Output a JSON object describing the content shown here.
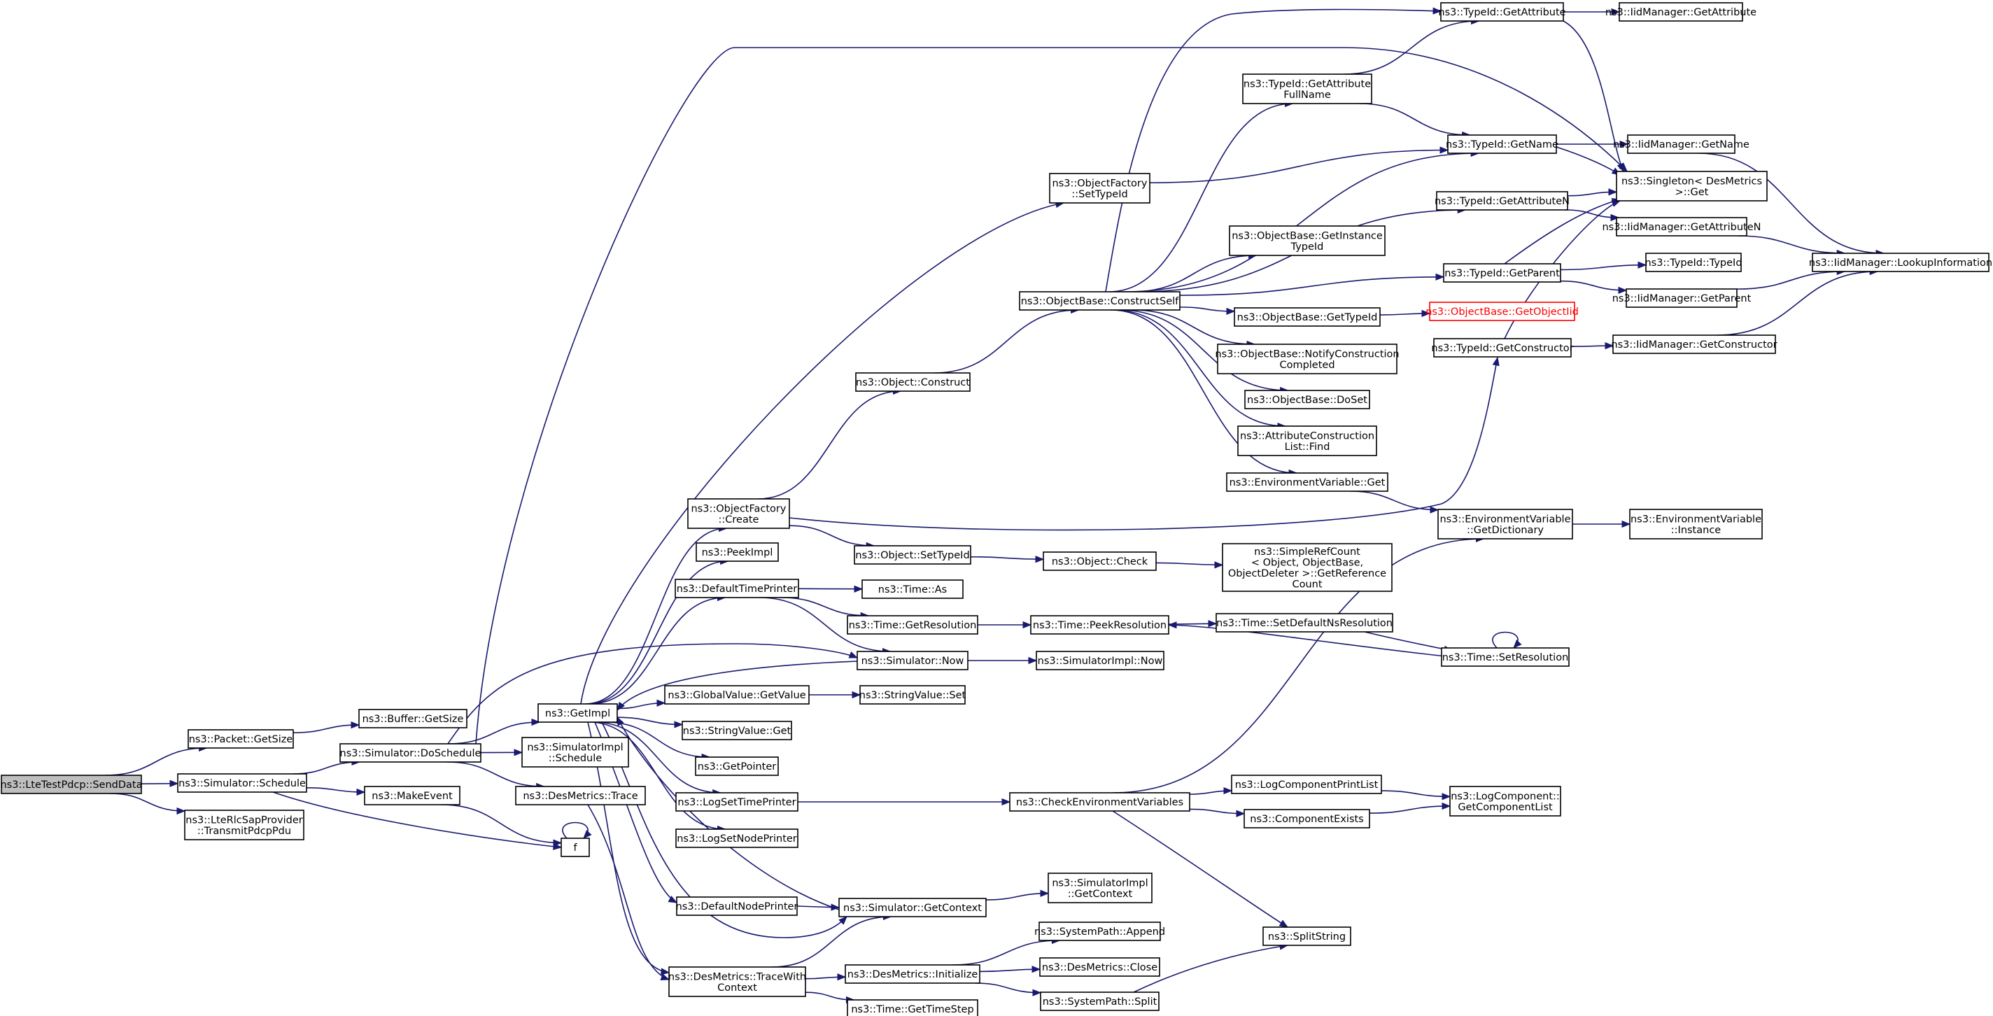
{
  "colors": {
    "edge": "#191970",
    "root_fill": "#bfbfbf",
    "missing": "#ff0000"
  },
  "nodes": [
    {
      "id": "n0",
      "lines": [
        "ns3::LteTestPdcp::SendData"
      ],
      "style": "root"
    },
    {
      "id": "n1",
      "lines": [
        "ns3::Packet::GetSize"
      ]
    },
    {
      "id": "n2",
      "lines": [
        "ns3::Buffer::GetSize"
      ]
    },
    {
      "id": "n3",
      "lines": [
        "ns3::Simulator::Schedule"
      ]
    },
    {
      "id": "n4",
      "lines": [
        "ns3::Simulator::DoSchedule"
      ]
    },
    {
      "id": "n5",
      "lines": [
        "ns3::MakeEvent"
      ]
    },
    {
      "id": "n6",
      "lines": [
        "ns3::LteRlcSapProvider",
        "::TransmitPdcpPdu"
      ]
    },
    {
      "id": "n7",
      "lines": [
        "f"
      ]
    },
    {
      "id": "n8",
      "lines": [
        "ns3::GetImpl"
      ]
    },
    {
      "id": "n9",
      "lines": [
        "ns3::SimulatorImpl",
        "::Schedule"
      ]
    },
    {
      "id": "n10",
      "lines": [
        "ns3::DesMetrics::Trace"
      ]
    },
    {
      "id": "n11",
      "lines": [
        "ns3::ObjectFactory",
        "::Create"
      ]
    },
    {
      "id": "n12",
      "lines": [
        "ns3::PeekImpl"
      ]
    },
    {
      "id": "n13",
      "lines": [
        "ns3::DefaultTimePrinter"
      ]
    },
    {
      "id": "n14",
      "lines": [
        "ns3::GlobalValue::GetValue"
      ]
    },
    {
      "id": "n15",
      "lines": [
        "ns3::StringValue::Get"
      ]
    },
    {
      "id": "n16",
      "lines": [
        "ns3::GetPointer"
      ]
    },
    {
      "id": "n17",
      "lines": [
        "ns3::LogSetTimePrinter"
      ]
    },
    {
      "id": "n18",
      "lines": [
        "ns3::LogSetNodePrinter"
      ]
    },
    {
      "id": "n19",
      "lines": [
        "ns3::DefaultNodePrinter"
      ]
    },
    {
      "id": "n20",
      "lines": [
        "ns3::DesMetrics::TraceWith",
        "Context"
      ]
    },
    {
      "id": "n21",
      "lines": [
        "ns3::ObjectFactory",
        "::SetTypeId"
      ]
    },
    {
      "id": "n22",
      "lines": [
        "ns3::Object::Construct"
      ]
    },
    {
      "id": "n23",
      "lines": [
        "ns3::Object::SetTypeId"
      ]
    },
    {
      "id": "n24",
      "lines": [
        "ns3::Time::As"
      ]
    },
    {
      "id": "n25",
      "lines": [
        "ns3::Time::GetResolution"
      ]
    },
    {
      "id": "n26",
      "lines": [
        "ns3::Simulator::Now"
      ]
    },
    {
      "id": "n27",
      "lines": [
        "ns3::StringValue::Set"
      ]
    },
    {
      "id": "n28",
      "lines": [
        "ns3::Simulator::GetContext"
      ]
    },
    {
      "id": "n29",
      "lines": [
        "ns3::DesMetrics::Initialize"
      ]
    },
    {
      "id": "n30",
      "lines": [
        "ns3::Time::GetTimeStep"
      ]
    },
    {
      "id": "n31",
      "lines": [
        "ns3::ObjectBase::ConstructSelf"
      ]
    },
    {
      "id": "n32",
      "lines": [
        "ns3::Object::Check"
      ]
    },
    {
      "id": "n33",
      "lines": [
        "ns3::Time::PeekResolution"
      ]
    },
    {
      "id": "n34",
      "lines": [
        "ns3::SimulatorImpl::Now"
      ]
    },
    {
      "id": "n35",
      "lines": [
        "ns3::CheckEnvironmentVariables"
      ]
    },
    {
      "id": "n36",
      "lines": [
        "ns3::SimulatorImpl",
        "::GetContext"
      ]
    },
    {
      "id": "n37",
      "lines": [
        "ns3::SystemPath::Append"
      ]
    },
    {
      "id": "n38",
      "lines": [
        "ns3::DesMetrics::Close"
      ]
    },
    {
      "id": "n39",
      "lines": [
        "ns3::SystemPath::Split"
      ]
    },
    {
      "id": "n40",
      "lines": [
        "ns3::TypeId::GetAttribute",
        "FullName"
      ]
    },
    {
      "id": "n41",
      "lines": [
        "ns3::ObjectBase::GetInstance",
        "TypeId"
      ]
    },
    {
      "id": "n42",
      "lines": [
        "ns3::ObjectBase::GetTypeId"
      ]
    },
    {
      "id": "n43",
      "lines": [
        "ns3::ObjectBase::NotifyConstruction",
        "Completed"
      ]
    },
    {
      "id": "n44",
      "lines": [
        "ns3::ObjectBase::DoSet"
      ]
    },
    {
      "id": "n45",
      "lines": [
        "ns3::AttributeConstruction",
        "List::Find"
      ]
    },
    {
      "id": "n46",
      "lines": [
        "ns3::EnvironmentVariable::Get"
      ]
    },
    {
      "id": "n47",
      "lines": [
        "ns3::SimpleRefCount",
        "< Object, ObjectBase,",
        "ObjectDeleter >::GetReference",
        "Count"
      ]
    },
    {
      "id": "n48",
      "lines": [
        "ns3::Time::SetDefaultNsResolution"
      ]
    },
    {
      "id": "n49",
      "lines": [
        "ns3::LogComponentPrintList"
      ]
    },
    {
      "id": "n50",
      "lines": [
        "ns3::ComponentExists"
      ]
    },
    {
      "id": "n51",
      "lines": [
        "ns3::SplitString"
      ]
    },
    {
      "id": "n52",
      "lines": [
        "ns3::TypeId::GetAttribute"
      ]
    },
    {
      "id": "n53",
      "lines": [
        "ns3::TypeId::GetName"
      ]
    },
    {
      "id": "n54",
      "lines": [
        "ns3::TypeId::GetAttributeN"
      ]
    },
    {
      "id": "n55",
      "lines": [
        "ns3::TypeId::GetParent"
      ]
    },
    {
      "id": "n56",
      "lines": [
        "ns3::ObjectBase::GetObjectIid"
      ],
      "style": "missing"
    },
    {
      "id": "n57",
      "lines": [
        "ns3::TypeId::GetConstructor"
      ]
    },
    {
      "id": "n58",
      "lines": [
        "ns3::EnvironmentVariable",
        "::GetDictionary"
      ]
    },
    {
      "id": "n59",
      "lines": [
        "ns3::Time::SetResolution"
      ]
    },
    {
      "id": "n60",
      "lines": [
        "ns3::LogComponent::",
        "GetComponentList"
      ]
    },
    {
      "id": "n61",
      "lines": [
        "ns3::IidManager::GetAttribute"
      ]
    },
    {
      "id": "n62",
      "lines": [
        "ns3::IidManager::GetName"
      ]
    },
    {
      "id": "n63",
      "lines": [
        "ns3::Singleton< DesMetrics",
        ">::Get"
      ]
    },
    {
      "id": "n64",
      "lines": [
        "ns3::IidManager::GetAttributeN"
      ]
    },
    {
      "id": "n65",
      "lines": [
        "ns3::TypeId::TypeId"
      ]
    },
    {
      "id": "n66",
      "lines": [
        "ns3::IidManager::GetParent"
      ]
    },
    {
      "id": "n67",
      "lines": [
        "ns3::IidManager::GetConstructor"
      ]
    },
    {
      "id": "n68",
      "lines": [
        "ns3::EnvironmentVariable",
        "::Instance"
      ]
    },
    {
      "id": "n69",
      "lines": [
        "ns3::IidManager::LookupInformation"
      ]
    }
  ],
  "edges": [
    [
      "n0",
      "n1"
    ],
    [
      "n0",
      "n3"
    ],
    [
      "n0",
      "n6"
    ],
    [
      "n1",
      "n2"
    ],
    [
      "n3",
      "n4"
    ],
    [
      "n3",
      "n5"
    ],
    [
      "n3",
      "n7"
    ],
    [
      "n4",
      "n8"
    ],
    [
      "n4",
      "n9"
    ],
    [
      "n4",
      "n10"
    ],
    [
      "n4",
      "n26"
    ],
    [
      "n4",
      "n63"
    ],
    [
      "n5",
      "n7"
    ],
    [
      "n7",
      "n7"
    ],
    [
      "n8",
      "n11"
    ],
    [
      "n8",
      "n12"
    ],
    [
      "n8",
      "n13"
    ],
    [
      "n8",
      "n14"
    ],
    [
      "n8",
      "n15"
    ],
    [
      "n8",
      "n16"
    ],
    [
      "n8",
      "n17"
    ],
    [
      "n8",
      "n18"
    ],
    [
      "n8",
      "n19"
    ],
    [
      "n8",
      "n20"
    ],
    [
      "n8",
      "n21"
    ],
    [
      "n8",
      "n28"
    ],
    [
      "n10",
      "n20"
    ],
    [
      "n11",
      "n22"
    ],
    [
      "n11",
      "n23"
    ],
    [
      "n11",
      "n57"
    ],
    [
      "n13",
      "n24"
    ],
    [
      "n13",
      "n25"
    ],
    [
      "n13",
      "n26"
    ],
    [
      "n14",
      "n27"
    ],
    [
      "n17",
      "n35"
    ],
    [
      "n19",
      "n28"
    ],
    [
      "n20",
      "n28"
    ],
    [
      "n20",
      "n29"
    ],
    [
      "n20",
      "n30"
    ],
    [
      "n21",
      "n53"
    ],
    [
      "n22",
      "n31"
    ],
    [
      "n23",
      "n32"
    ],
    [
      "n25",
      "n33"
    ],
    [
      "n26",
      "n8"
    ],
    [
      "n26",
      "n34"
    ],
    [
      "n28",
      "n8"
    ],
    [
      "n28",
      "n36"
    ],
    [
      "n29",
      "n37"
    ],
    [
      "n29",
      "n38"
    ],
    [
      "n29",
      "n39"
    ],
    [
      "n31",
      "n40"
    ],
    [
      "n31",
      "n41"
    ],
    [
      "n31",
      "n42"
    ],
    [
      "n31",
      "n43"
    ],
    [
      "n31",
      "n44"
    ],
    [
      "n31",
      "n45"
    ],
    [
      "n31",
      "n46"
    ],
    [
      "n31",
      "n52"
    ],
    [
      "n31",
      "n53"
    ],
    [
      "n31",
      "n54"
    ],
    [
      "n31",
      "n55"
    ],
    [
      "n32",
      "n47"
    ],
    [
      "n33",
      "n48"
    ],
    [
      "n35",
      "n49"
    ],
    [
      "n35",
      "n50"
    ],
    [
      "n35",
      "n51"
    ],
    [
      "n35",
      "n58"
    ],
    [
      "n39",
      "n51"
    ],
    [
      "n40",
      "n52"
    ],
    [
      "n40",
      "n53"
    ],
    [
      "n42",
      "n56"
    ],
    [
      "n46",
      "n58"
    ],
    [
      "n48",
      "n59"
    ],
    [
      "n49",
      "n60"
    ],
    [
      "n50",
      "n60"
    ],
    [
      "n52",
      "n61"
    ],
    [
      "n52",
      "n63"
    ],
    [
      "n53",
      "n62"
    ],
    [
      "n53",
      "n63"
    ],
    [
      "n54",
      "n63"
    ],
    [
      "n54",
      "n64"
    ],
    [
      "n55",
      "n63"
    ],
    [
      "n55",
      "n65"
    ],
    [
      "n55",
      "n66"
    ],
    [
      "n57",
      "n63"
    ],
    [
      "n57",
      "n67"
    ],
    [
      "n58",
      "n68"
    ],
    [
      "n59",
      "n33"
    ],
    [
      "n59",
      "n59"
    ],
    [
      "n62",
      "n69"
    ],
    [
      "n64",
      "n69"
    ],
    [
      "n66",
      "n69"
    ],
    [
      "n67",
      "n69"
    ]
  ]
}
